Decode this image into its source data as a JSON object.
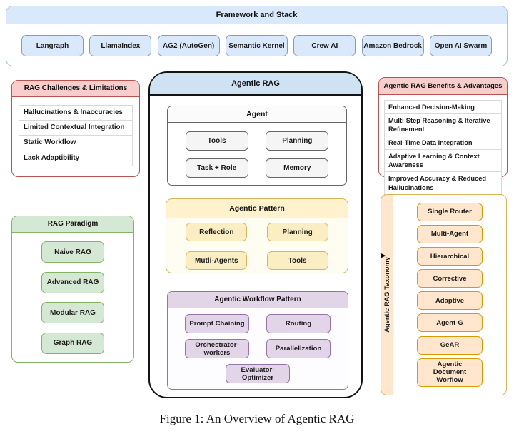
{
  "caption": "Figure 1: An Overview of Agentic RAG",
  "framework_stack": {
    "title": "Framework and Stack",
    "items": [
      "Langraph",
      "LlamaIndex",
      "AG2 (AutoGen)",
      "Semantic Kernel",
      "Crew AI",
      "Amazon Bedrock",
      "Open AI Swarm"
    ]
  },
  "challenges": {
    "title": "RAG Challenges & Limitations",
    "items": [
      "Hallucinations & Inaccuracies",
      "Limited Contextual Integration",
      "Static Workflow",
      "Lack Adaptibility"
    ]
  },
  "paradigm": {
    "title": "RAG Paradigm",
    "items": [
      "Naive RAG",
      "Advanced RAG",
      "Modular RAG",
      "Graph RAG"
    ]
  },
  "agentic_rag": {
    "title": "Agentic RAG",
    "agent": {
      "title": "Agent",
      "items": [
        "Tools",
        "Planning",
        "Task + Role",
        "Memory"
      ]
    },
    "agentic_pattern": {
      "title": "Agentic Pattern",
      "items": [
        "Reflection",
        "Planning",
        "Mutli-Agents",
        "Tools"
      ]
    },
    "workflow_pattern": {
      "title": "Agentic Workflow Pattern",
      "items": [
        "Prompt Chaining",
        "Routing",
        "Orchestrator-workers",
        "Parallelization",
        "Evaluator-Optimizer"
      ]
    }
  },
  "benefits": {
    "title": "Agentic RAG Benefits & Advantages",
    "items": [
      "Enhanced Decision-Making",
      "Multi-Step Reasoning & Iterative Refinement",
      "Real-Time Data Integration",
      "Adaptive Learning & Context Awareness",
      "Improved Accuracy & Reduced Hallucinations"
    ]
  },
  "taxonomy": {
    "title": "Agentic RAG Taxonomy",
    "items": [
      "Single Router",
      "Multi-Agent",
      "Hierarchical",
      "Corrective",
      "Adaptive",
      "Agent-G",
      "GeAR",
      "Agentic Document Worflow"
    ]
  },
  "palette": {
    "blue_fill": "#dae8fc",
    "blue_stroke": "#6c8ebf",
    "green_fill": "#d5e8d4",
    "green_stroke": "#82b366",
    "red_fill": "#f8cecc",
    "red_stroke": "#b85450",
    "yellow_fill": "#fff2cc",
    "yellow_stroke": "#d6b656",
    "purple_fill": "#e1d5e7",
    "purple_stroke": "#9673a6",
    "orange_fill": "#ffe6cc",
    "orange_stroke": "#d79b00",
    "gray_fill": "#f5f5f5",
    "gray_stroke": "#666666"
  }
}
